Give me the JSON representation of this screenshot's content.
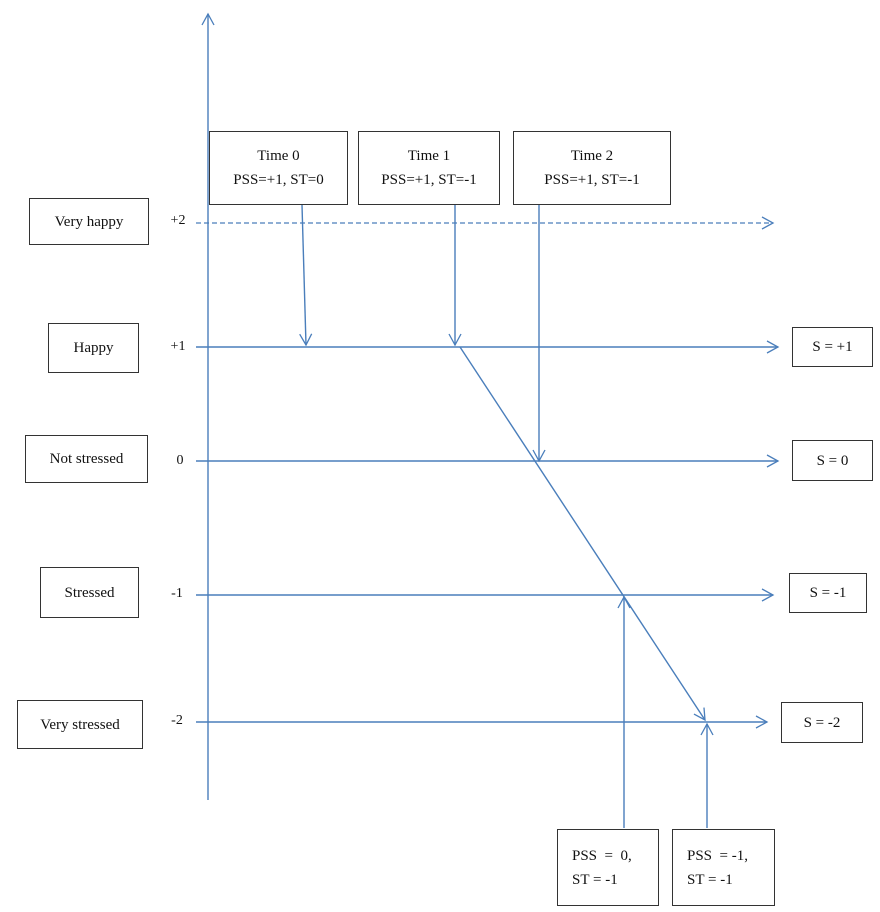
{
  "colors": {
    "line": "#4a7ebb",
    "border": "#333333"
  },
  "levels": [
    {
      "name": "Very happy",
      "tick": "+2",
      "result": ""
    },
    {
      "name": "Happy",
      "tick": "+1",
      "result": "S = +1"
    },
    {
      "name": "Not stressed",
      "tick": "0",
      "result": "S = 0"
    },
    {
      "name": "Stressed",
      "tick": "-1",
      "result": "S = -1"
    },
    {
      "name": "Very stressed",
      "tick": "-2",
      "result": "S = -2"
    }
  ],
  "time_boxes": [
    {
      "title": "Time 0",
      "params": "PSS=+1, ST=0"
    },
    {
      "title": "Time 1",
      "params": "PSS=+1, ST=-1"
    },
    {
      "title": "Time 2",
      "params": "PSS=+1, ST=-1"
    }
  ],
  "bottom_boxes": [
    {
      "line1": "PSS  =  0,",
      "line2": "ST = -1"
    },
    {
      "line1": "PSS  = -1,",
      "line2": "ST = -1"
    }
  ]
}
